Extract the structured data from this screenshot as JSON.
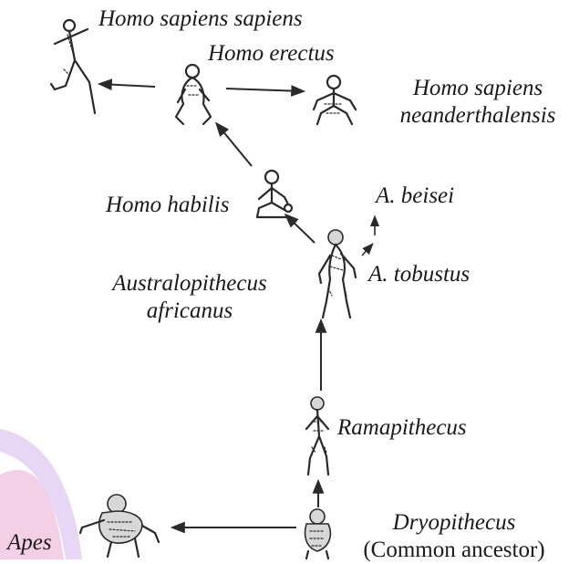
{
  "labels": {
    "homo_sapiens_sapiens": "Homo sapiens sapiens",
    "homo_erectus": "Homo erectus",
    "neanderthal_line1": "Homo sapiens",
    "neanderthal_line2": "neanderthalensis",
    "homo_habilis": "Homo habilis",
    "a_beisei": "A. beisei",
    "a_tobustus": "A. tobustus",
    "australopithecus_line1": "Australopithecus",
    "australopithecus_line2": "africanus",
    "ramapithecus": "Ramapithecus",
    "dryopithecus": "Dryopithecus",
    "common_ancestor": "(Common ancestor)",
    "apes": "Apes"
  },
  "colors": {
    "ink": "#2a2a2a",
    "ribbon_pink": "#e9a9cf",
    "ribbon_violet": "#c9a6e6"
  }
}
